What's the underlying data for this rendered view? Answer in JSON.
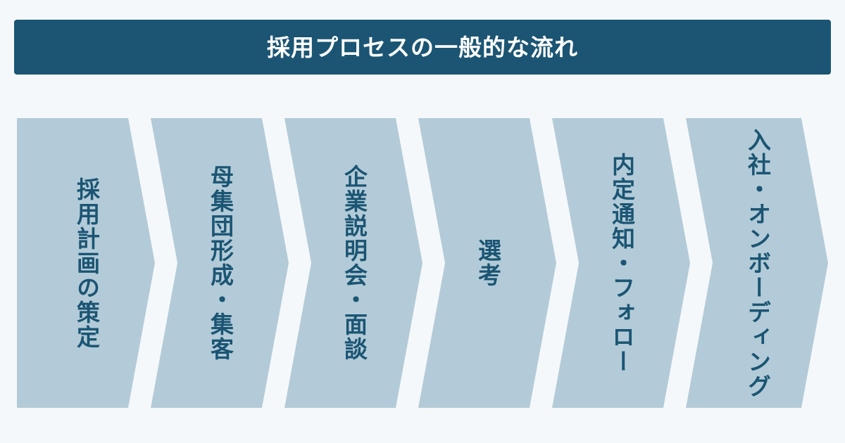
{
  "title": {
    "text": "採用プロセスの一般的な流れ"
  },
  "colors": {
    "background": "#f5f8fa",
    "title_bar": "#1b5573",
    "title_text": "#ffffff",
    "step_fill": "#b3cbd8",
    "step_text": "#1b5573"
  },
  "steps": [
    {
      "label": "採用計画の策定"
    },
    {
      "label": "母集団形成・集客"
    },
    {
      "label": "企業説明会・面談"
    },
    {
      "label": "選考"
    },
    {
      "label": "内定通知・フォロー"
    },
    {
      "label": "入社・オンボーディング"
    }
  ]
}
